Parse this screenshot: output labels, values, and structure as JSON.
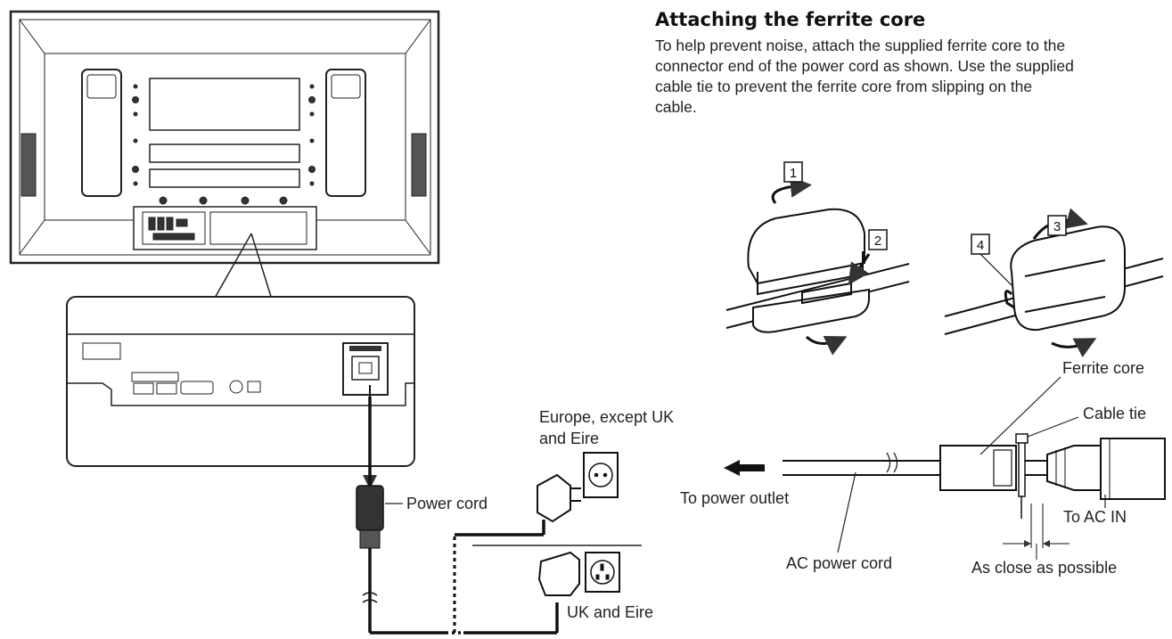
{
  "section": {
    "heading": "Attaching the ferrite core",
    "intro_lines": [
      "To help prevent noise, attach the supplied ferrite core to the",
      "connector end of the power cord as shown. Use the supplied",
      "cable tie to prevent the ferrite core from slipping on the",
      "cable."
    ]
  },
  "left_diagram": {
    "power_cord_label": "Power cord",
    "europe_label_lines": [
      "Europe, except UK",
      "and Eire"
    ],
    "uk_label": "UK and Eire"
  },
  "right_diagram": {
    "steps": [
      "1",
      "2",
      "3",
      "4"
    ],
    "ferrite_core_label": "Ferrite core",
    "cable_tie_label": "Cable tie",
    "to_power_outlet_label": "To power outlet",
    "to_ac_in_label": "To AC IN",
    "ac_power_cord_label": "AC power cord",
    "as_close_label": "As close as possible"
  }
}
